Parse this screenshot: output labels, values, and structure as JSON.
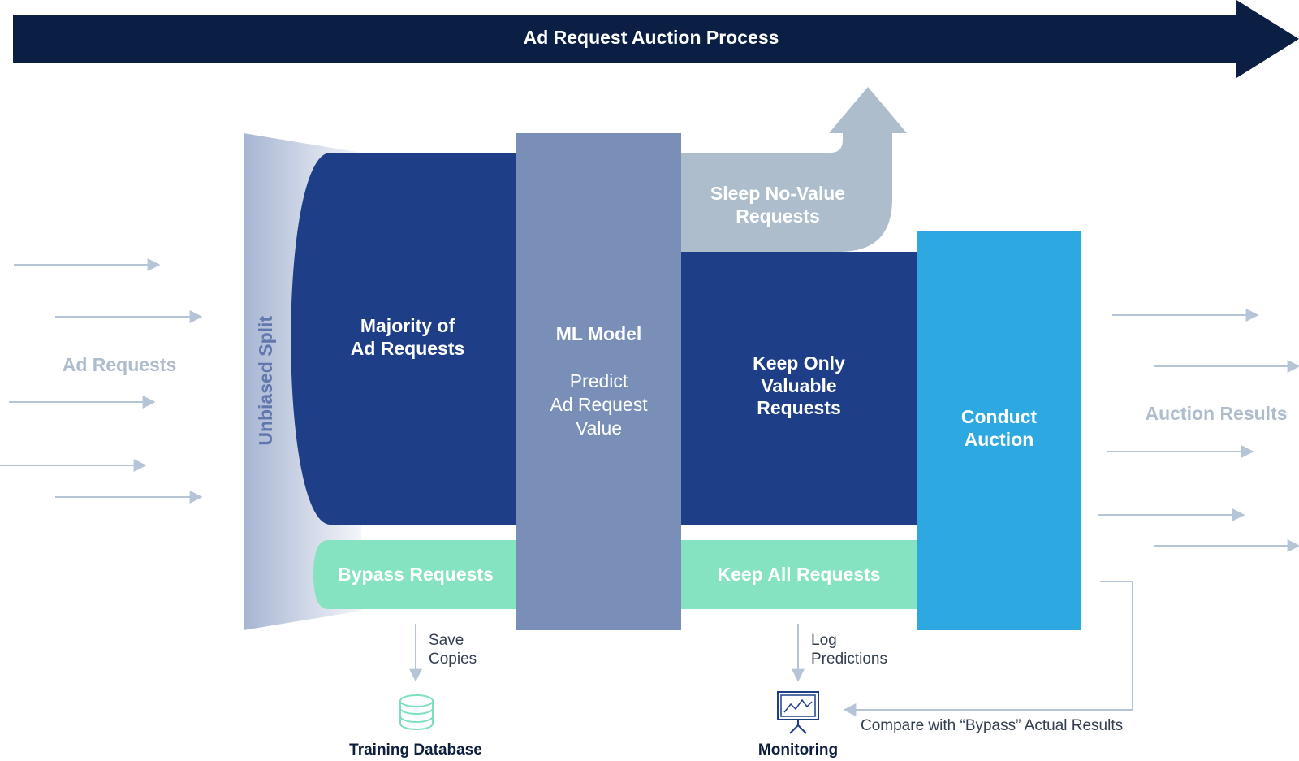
{
  "banner": {
    "title": "Ad Request Auction Process",
    "color": "#0b1f45"
  },
  "inputs": {
    "label": "Ad Requests"
  },
  "split": {
    "label": "Unbiased Split"
  },
  "majority": {
    "line1": "Majority of",
    "line2": "Ad Requests",
    "color": "#1e3f88"
  },
  "bypass": {
    "label": "Bypass Requests",
    "color": "#86e3c1"
  },
  "model": {
    "title": "ML Model",
    "line1": "Predict",
    "line2": "Ad Request",
    "line3": "Value",
    "color": "#798fb8"
  },
  "sleep": {
    "line1": "Sleep No-Value",
    "line2": "Requests",
    "color": "#aebdcc"
  },
  "keep_valuable": {
    "line1": "Keep Only",
    "line2": "Valuable",
    "line3": "Requests"
  },
  "keep_all": {
    "label": "Keep All Requests"
  },
  "auction": {
    "line1": "Conduct",
    "line2": "Auction",
    "color": "#2ea8e1"
  },
  "outputs": {
    "label": "Auction Results"
  },
  "save": {
    "line1": "Save",
    "line2": "Copies"
  },
  "training": {
    "label": "Training Database",
    "icon": "database-icon"
  },
  "log": {
    "line1": "Log",
    "line2": "Predictions"
  },
  "monitoring": {
    "label": "Monitoring",
    "icon": "monitor-chart-icon"
  },
  "compare": {
    "label": "Compare with “Bypass” Actual Results"
  }
}
